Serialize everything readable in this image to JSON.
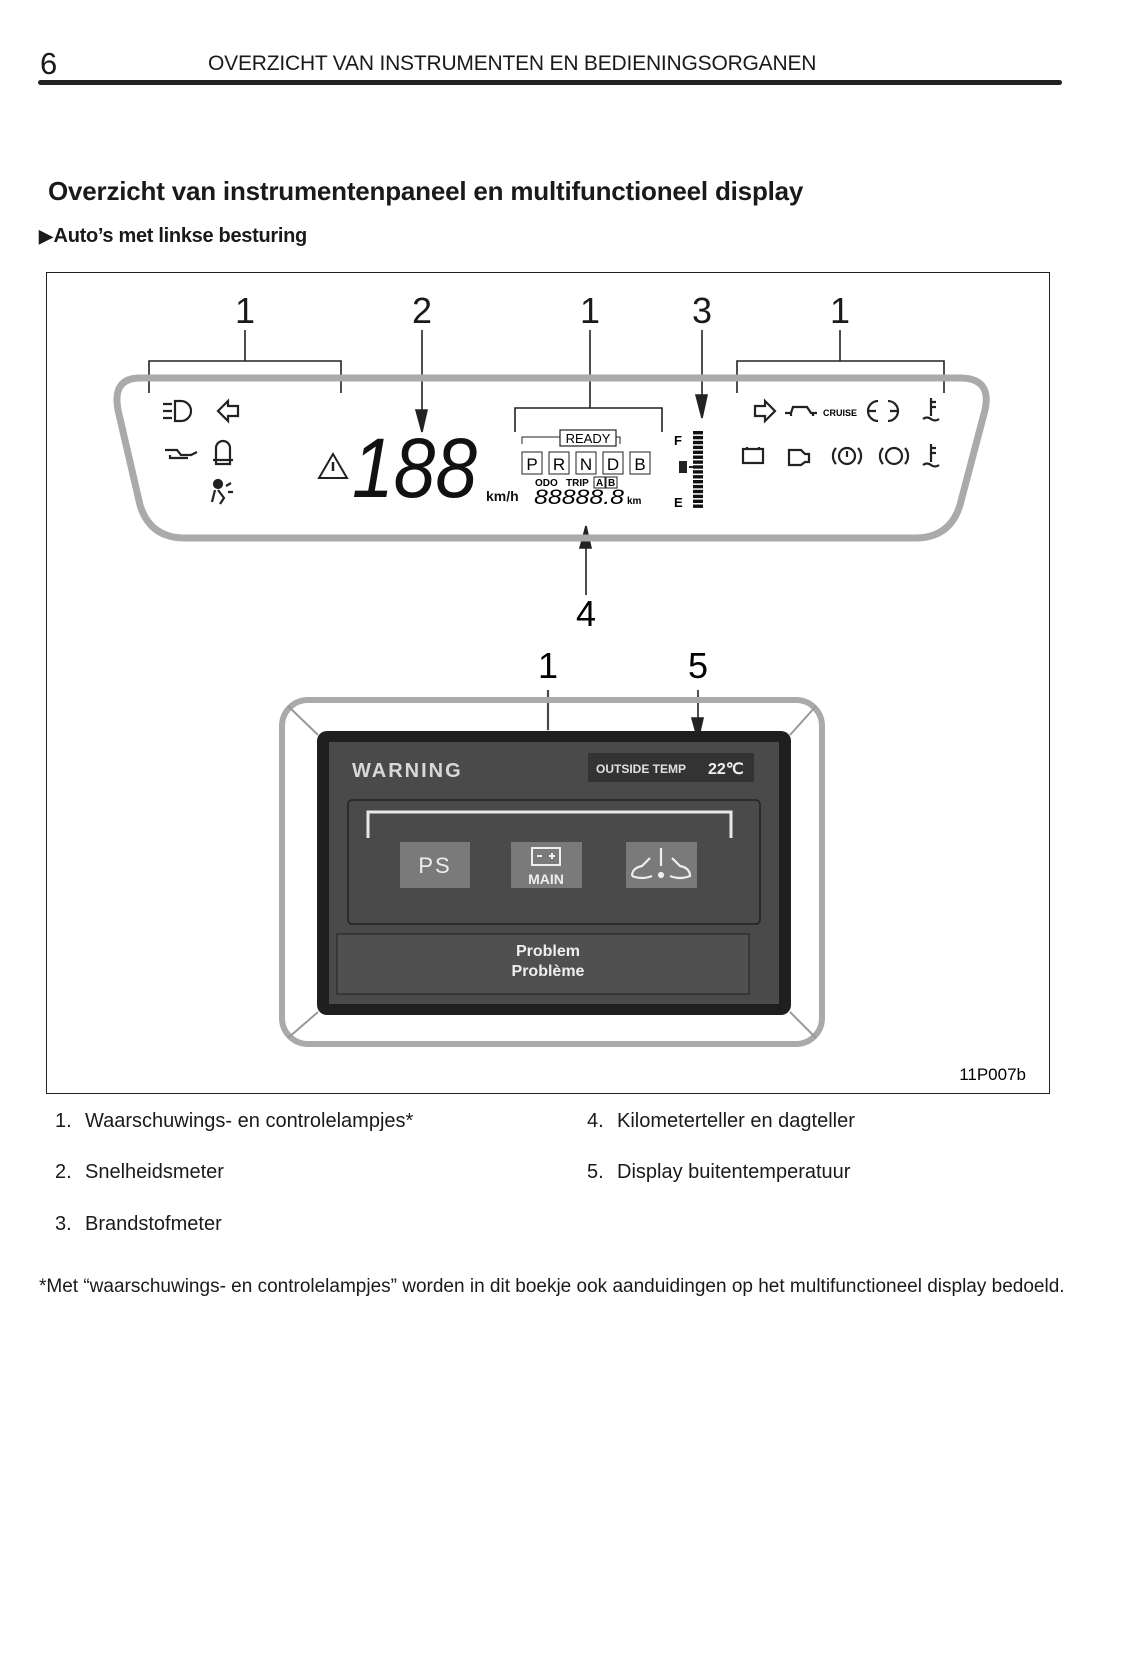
{
  "header": {
    "page_number": "6",
    "running_head": "OVERZICHT VAN INSTRUMENTEN EN BEDIENINGSORGANEN"
  },
  "title": "Overzicht van instrumentenpaneel en multifunctioneel display",
  "subtitle": {
    "marker": "▶",
    "text": "Auto’s met linkse besturing"
  },
  "figure": {
    "callouts_top": [
      "1",
      "2",
      "1",
      "3",
      "1"
    ],
    "callout_odometer": "4",
    "callouts_display": [
      "1",
      "5"
    ],
    "cluster": {
      "speed": "188",
      "speed_unit": "km/h",
      "ready": "READY",
      "gears": [
        "P",
        "R",
        "N",
        "D",
        "B"
      ],
      "odo_label": "ODO",
      "trip_label": "TRIP",
      "trip_ab": [
        "A",
        "B"
      ],
      "odometer": "88888.8",
      "odo_unit": "km",
      "fuel_full": "F",
      "fuel_empty": "E",
      "cruise": "CRUISE"
    },
    "mfd": {
      "warning": "WARNING",
      "outside_temp_label": "OUTSIDE TEMP",
      "outside_temp_value": "22℃",
      "ps": "PS",
      "main": "MAIN",
      "message_line1": "Problem",
      "message_line2": "Problème"
    },
    "figure_code": "11P007b"
  },
  "legend": [
    {
      "num": "1.",
      "text": "Waarschuwings- en controlelampjes*"
    },
    {
      "num": "2.",
      "text": "Snelheidsmeter"
    },
    {
      "num": "3.",
      "text": "Brandstofmeter"
    },
    {
      "num": "4.",
      "text": "Kilometerteller en dagteller"
    },
    {
      "num": "5.",
      "text": "Display buitentemperatuur"
    }
  ],
  "footnote": "*Met “waarschuwings- en controlelampjes” worden in dit boekje ook aanduidingen op het multifunctioneel display bedoeld."
}
